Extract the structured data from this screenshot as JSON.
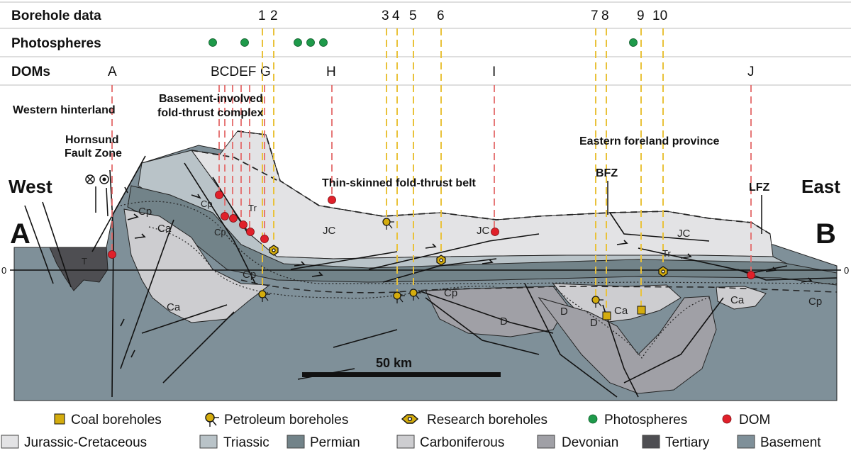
{
  "rows": {
    "borehole_label": "Borehole data",
    "photosphere_label": "Photospheres",
    "dom_label": "DOMs"
  },
  "borehole_numbers": [
    "1",
    "2",
    "3",
    "4",
    "5",
    "6",
    "7",
    "8",
    "9",
    "10"
  ],
  "dom_letters": [
    "A",
    "BCDEF",
    "G",
    "H",
    "I",
    "J"
  ],
  "annotations": {
    "western_hinterland": "Western hinterland",
    "hornsund_1": "Hornsund",
    "hornsund_2": "Fault Zone",
    "basement_1": "Basement-involved",
    "basement_2": "fold-thrust complex",
    "thin_skinned": "Thin-skinned fold-thrust belt",
    "eastern_foreland": "Eastern foreland province",
    "bfz": "BFZ",
    "lfz": "LFZ",
    "west": "West",
    "east": "East",
    "section_start": "A",
    "section_end": "B",
    "zero_left": "0",
    "zero_right": "0",
    "scale_bar": "50 km"
  },
  "unit_labels": {
    "T": "T",
    "Cp": "Cp",
    "Ca": "Ca",
    "Tr": "Tr",
    "JC": "JC",
    "D": "D"
  },
  "legend": {
    "symbols": [
      "Coal boreholes",
      "Petroleum boreholes",
      "Research boreholes",
      "Photospheres",
      "DOM"
    ],
    "units": [
      "Jurassic-Cretaceous",
      "Triassic",
      "Permian",
      "Carboniferous",
      "Devonian",
      "Tertiary",
      "Basement"
    ]
  },
  "colors": {
    "jurassic_cretaceous": "#e3e3e5",
    "triassic": "#b9c3c8",
    "permian": "#728389",
    "carboniferous": "#cdcdd0",
    "devonian": "#a0a0a6",
    "tertiary": "#4e4e52",
    "basement": "#7f9099",
    "coal": "#d4ac0d",
    "photosphere": "#1e9a4a",
    "dom": "#e0202a",
    "borehole_line": "#e9c23a",
    "dom_line": "#e36a6a"
  },
  "icons": {
    "coal": "yellow-square-icon",
    "petroleum": "petroleum-borehole-icon",
    "research": "hexagon-icon",
    "photosphere": "green-dot-icon",
    "dom": "red-dot-icon",
    "fault_out": "cross-circle-icon",
    "fault_in": "dot-circle-icon"
  }
}
